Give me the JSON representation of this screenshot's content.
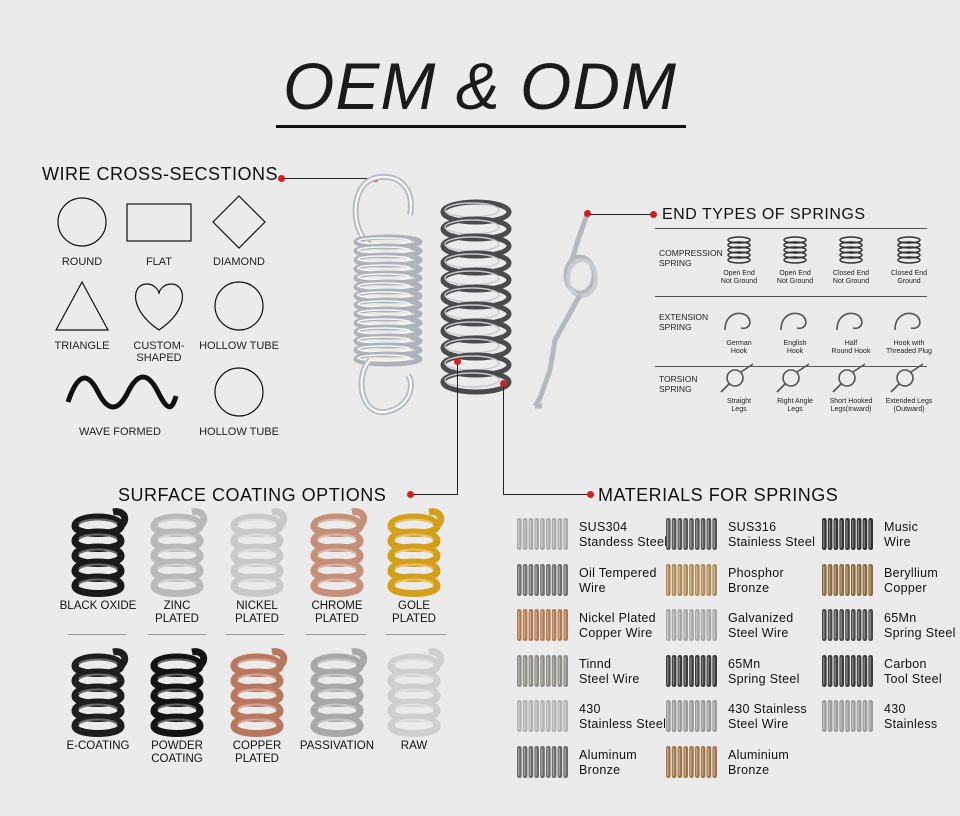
{
  "title": "OEM & ODM",
  "wire_cross_sections": {
    "heading": "WIRE CROSS-SECSTIONS",
    "shapes": [
      {
        "label_lines": [
          "ROUND"
        ],
        "icon": "circle-icon"
      },
      {
        "label_lines": [
          "FLAT"
        ],
        "icon": "rectangle-icon"
      },
      {
        "label_lines": [
          "DIAMOND"
        ],
        "icon": "diamond-icon"
      },
      {
        "label_lines": [
          "TRIANGLE"
        ],
        "icon": "triangle-icon"
      },
      {
        "label_lines": [
          "CUSTOM-",
          "SHAPED"
        ],
        "icon": "heart-icon"
      },
      {
        "label_lines": [
          "HOLLOW TUBE"
        ],
        "icon": "circle-icon"
      },
      {
        "label_lines": [
          "WAVE FORMED"
        ],
        "icon": "wave-icon"
      },
      {
        "label_lines": [
          "HOLLOW TUBE"
        ],
        "icon": "circle-icon"
      }
    ]
  },
  "end_types": {
    "heading": "END TYPES OF SPRINGS",
    "compression": {
      "label_lines": [
        "COMPRESSION",
        "SPRING"
      ],
      "items": [
        [
          "Open End",
          "Not Ground"
        ],
        [
          "Open End",
          "Not Ground"
        ],
        [
          "Closed End",
          "Not Ground"
        ],
        [
          "Closed End",
          "Ground"
        ]
      ]
    },
    "extension": {
      "label_lines": [
        "EXTENSION",
        "SPRING"
      ],
      "items": [
        [
          "German",
          "Hook"
        ],
        [
          "English",
          "Hook"
        ],
        [
          "Half",
          "Round Hook"
        ],
        [
          "Hook with",
          "Threaded Plug"
        ]
      ]
    },
    "torsion": {
      "label_lines": [
        "TORSION",
        "SPRING"
      ],
      "items": [
        [
          "Straight",
          "Legs"
        ],
        [
          "Right Angle",
          "Legs"
        ],
        [
          "Short Hooked",
          "Legs(Inward)"
        ],
        [
          "Extended Legs",
          "(Outward)"
        ]
      ]
    }
  },
  "surface_coating": {
    "heading": "SURFACE COATING OPTIONS",
    "row1": [
      {
        "label_lines": [
          "BLACK OXIDE"
        ],
        "color": "#1a1a1a"
      },
      {
        "label_lines": [
          "ZINC",
          "PLATED"
        ],
        "color": "#b9b9b9"
      },
      {
        "label_lines": [
          "NICKEL",
          "PLATED"
        ],
        "color": "#c9c9c9"
      },
      {
        "label_lines": [
          "CHROME",
          "PLATED"
        ],
        "color": "#c58f78"
      },
      {
        "label_lines": [
          "GOLE",
          "PLATED"
        ],
        "color": "#d4a019"
      }
    ],
    "row2": [
      {
        "label_lines": [
          "E-COATING"
        ],
        "color": "#1e1e1e"
      },
      {
        "label_lines": [
          "POWDER",
          "COATING"
        ],
        "color": "#141414"
      },
      {
        "label_lines": [
          "COPPER",
          "PLATED"
        ],
        "color": "#b9775f"
      },
      {
        "label_lines": [
          "PASSIVATION"
        ],
        "color": "#a8a8a8"
      },
      {
        "label_lines": [
          "RAW"
        ],
        "color": "#cfcfcf"
      }
    ]
  },
  "materials": {
    "heading": "MATERIALS FOR SPRINGS",
    "columns": [
      [
        {
          "name_lines": [
            "SUS304",
            "Standess Steel"
          ],
          "color": "#a9a9a9"
        },
        {
          "name_lines": [
            "Oil Tempered",
            "Wire"
          ],
          "color": "#6f6f6f"
        },
        {
          "name_lines": [
            "Nickel Plated",
            "Copper Wire"
          ],
          "color": "#b07a4e"
        },
        {
          "name_lines": [
            "Tinnd",
            "Steel Wire"
          ],
          "color": "#8c8c85"
        },
        {
          "name_lines": [
            "430",
            "Stainless Steel"
          ],
          "color": "#b2b2b2"
        },
        {
          "name_lines": [
            "Aluminum",
            "Bronze"
          ],
          "color": "#6a6a6a"
        }
      ],
      [
        {
          "name_lines": [
            "SUS316",
            "Stainless Steel"
          ],
          "color": "#555555"
        },
        {
          "name_lines": [
            "Phosphor",
            "Bronze"
          ],
          "color": "#b08a55"
        },
        {
          "name_lines": [
            "Galvanized",
            "Steel Wire"
          ],
          "color": "#a6a6a6"
        },
        {
          "name_lines": [
            "65Mn",
            "Spring Steel"
          ],
          "color": "#3a3a3a"
        },
        {
          "name_lines": [
            "430 Stainless",
            "Steel Wire"
          ],
          "color": "#9a9a9a"
        },
        {
          "name_lines": [
            "Aluminium",
            "Bronze"
          ],
          "color": "#a07448"
        }
      ],
      [
        {
          "name_lines": [
            "Music",
            "Wire"
          ],
          "color": "#333333"
        },
        {
          "name_lines": [
            "Beryllium",
            "Copper"
          ],
          "color": "#8a6a3a"
        },
        {
          "name_lines": [
            "65Mn",
            "Spring Steel"
          ],
          "color": "#4a4a4a"
        },
        {
          "name_lines": [
            "Carbon",
            "Tool Steel"
          ],
          "color": "#3d3d3d"
        },
        {
          "name_lines": [
            "430",
            "Stainless"
          ],
          "color": "#9c9c9c"
        }
      ]
    ]
  }
}
